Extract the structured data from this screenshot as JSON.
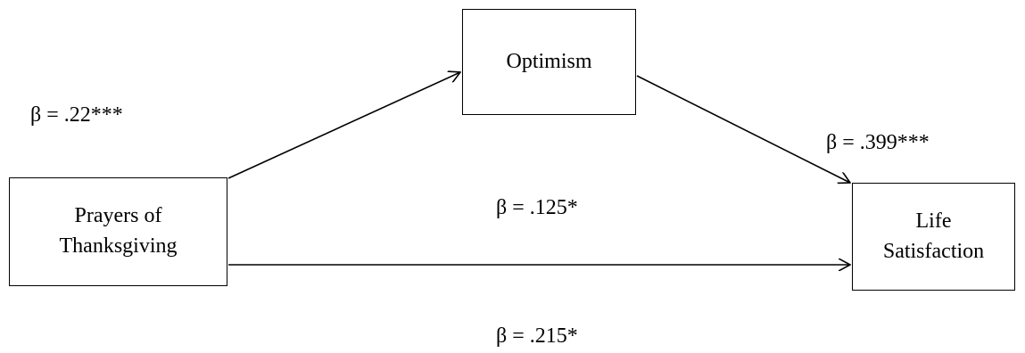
{
  "nodes": {
    "optimism": {
      "lines": [
        "Optimism"
      ]
    },
    "prayers": {
      "lines": [
        "Prayers of",
        "Thanksgiving"
      ]
    },
    "life": {
      "lines": [
        "Life",
        "Satisfaction"
      ]
    }
  },
  "coefficients": {
    "a": "β = .22***",
    "b": "β = .399***",
    "c_prime": "β = .125*",
    "c": "β = .215*"
  },
  "colors": {
    "line": "#000000",
    "background": "#ffffff"
  }
}
